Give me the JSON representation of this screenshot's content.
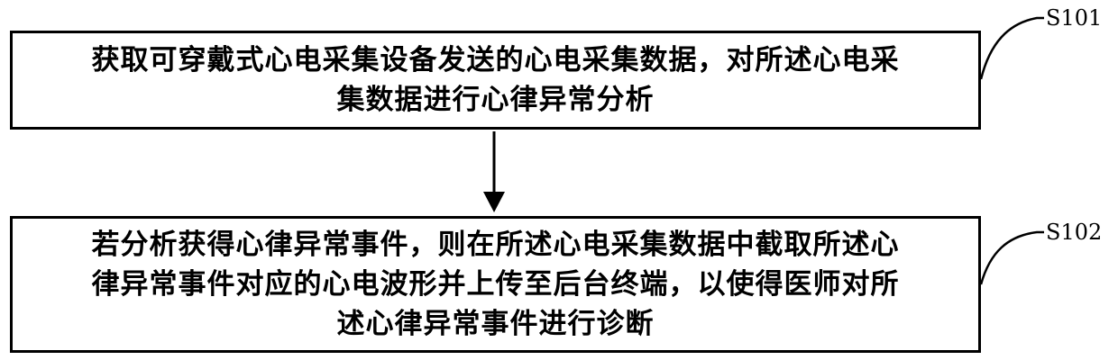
{
  "steps": [
    {
      "id": "S101",
      "lines": [
        "获取可穿戴式心电采集设备发送的心电采集数据，对所述心电采",
        "集数据进行心律异常分析"
      ]
    },
    {
      "id": "S102",
      "lines": [
        "若分析获得心律异常事件，则在所述心电采集数据中截取所述心",
        "律异常事件对应的心电波形并上传至后台终端，以使得医师对所",
        "述心律异常事件进行诊断"
      ]
    }
  ],
  "colors": {
    "stroke": "#000000",
    "background": "#ffffff"
  }
}
